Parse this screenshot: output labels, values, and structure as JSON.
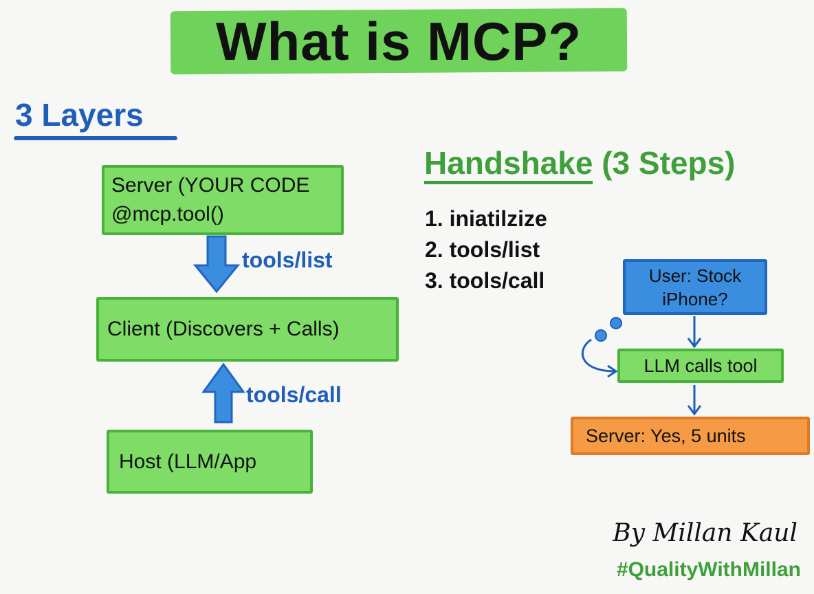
{
  "title": "What is MCP?",
  "layers": {
    "heading": "3 Layers",
    "server": {
      "line1": "Server (YOUR CODE",
      "line2": "@mcp.tool()"
    },
    "arrow_down_label": "tools/list",
    "client": "Client (Discovers + Calls)",
    "arrow_up_label": "tools/call",
    "host": "Host (LLM/App"
  },
  "handshake": {
    "heading_word": "Handshake",
    "heading_rest": "(3 Steps)",
    "steps": [
      "1. iniatilzize",
      "2. tools/list",
      "3. tools/call"
    ]
  },
  "flow": {
    "user": {
      "line1": "User: Stock",
      "line2": "iPhone?"
    },
    "llm": "LLM calls tool",
    "server": "Server: Yes, 5 units"
  },
  "author": "By Millan Kaul",
  "hashtag": "#QualityWithMillan",
  "colors": {
    "green": "#7fdc66",
    "blue": "#3b8de0",
    "orange": "#f59a45",
    "text_blue": "#1f5fb8",
    "text_green": "#3f9f3a"
  }
}
